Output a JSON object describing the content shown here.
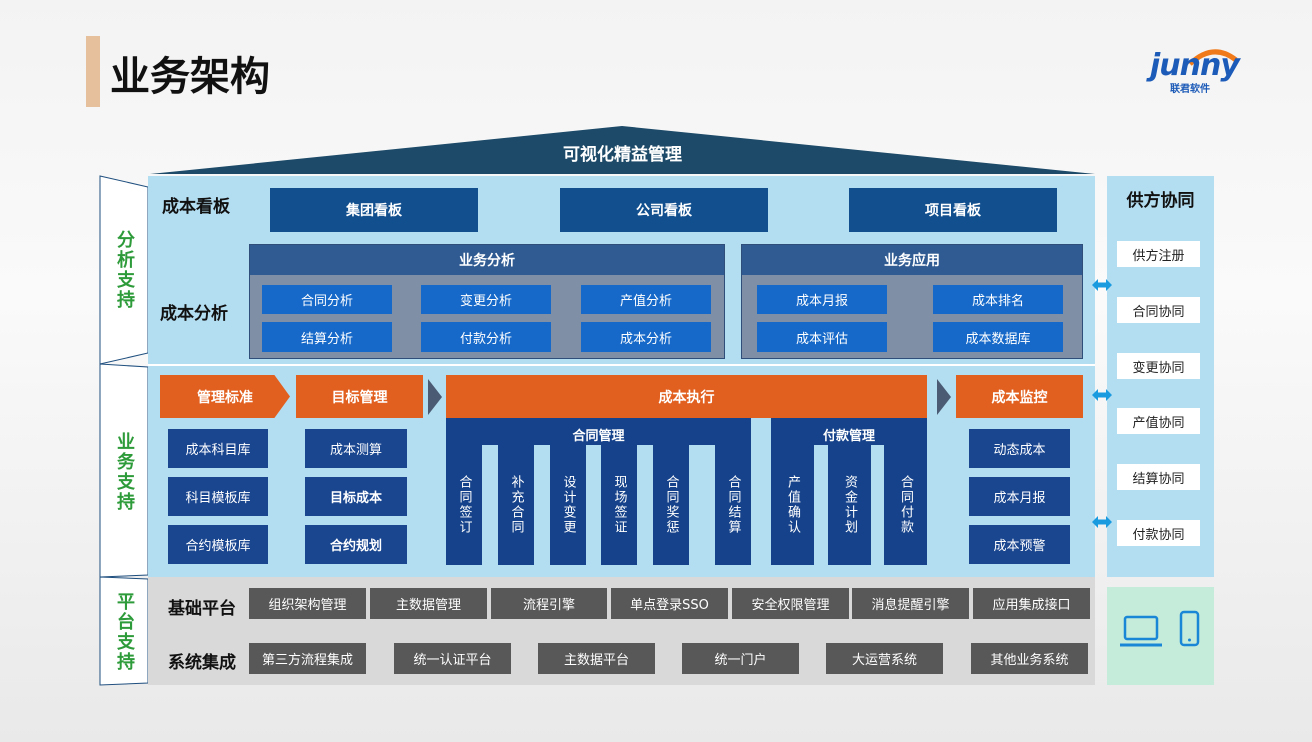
{
  "title": "业务架构",
  "logo": {
    "word": "junny",
    "sub": "联君软件"
  },
  "roof": "可视化精益管理",
  "side": [
    "分析支持",
    "业务支持",
    "平台支持"
  ],
  "dashboard": {
    "label": "成本看板",
    "items": [
      "集团看板",
      "公司看板",
      "项目看板"
    ]
  },
  "analysis": {
    "label": "成本分析",
    "biz_analysis": {
      "title": "业务分析",
      "items": [
        "合同分析",
        "变更分析",
        "产值分析",
        "结算分析",
        "付款分析",
        "成本分析"
      ]
    },
    "biz_app": {
      "title": "业务应用",
      "items": [
        "成本月报",
        "成本排名",
        "成本评估",
        "成本数据库"
      ]
    }
  },
  "business": {
    "std": {
      "title": "管理标准",
      "items": [
        "成本科目库",
        "科目模板库",
        "合约模板库"
      ]
    },
    "target": {
      "title": "目标管理",
      "items": [
        "成本测算",
        "目标成本",
        "合约规划"
      ]
    },
    "exec": {
      "title": "成本执行",
      "contract": {
        "title": "合同管理",
        "items": [
          "合同签订",
          "补充合同",
          "设计变更",
          "现场签证",
          "合同奖惩",
          "合同结算"
        ]
      },
      "payment": {
        "title": "付款管理",
        "items": [
          "产值确认",
          "资金计划",
          "合同付款"
        ]
      }
    },
    "monitor": {
      "title": "成本监控",
      "items": [
        "动态成本",
        "成本月报",
        "成本预警"
      ]
    }
  },
  "supplier": {
    "title": "供方协同",
    "items": [
      "供方注册",
      "合同协同",
      "变更协同",
      "产值协同",
      "结算协同",
      "付款协同"
    ]
  },
  "platform": {
    "base_label": "基础平台",
    "base": [
      "组织架构管理",
      "主数据管理",
      "流程引擎",
      "单点登录SSO",
      "安全权限管理",
      "消息提醒引擎",
      "应用集成接口"
    ],
    "integ_label": "系统集成",
    "integ": [
      "第三方流程集成",
      "统一认证平台",
      "主数据平台",
      "统一门户",
      "大运营系统",
      "其他业务系统"
    ]
  }
}
